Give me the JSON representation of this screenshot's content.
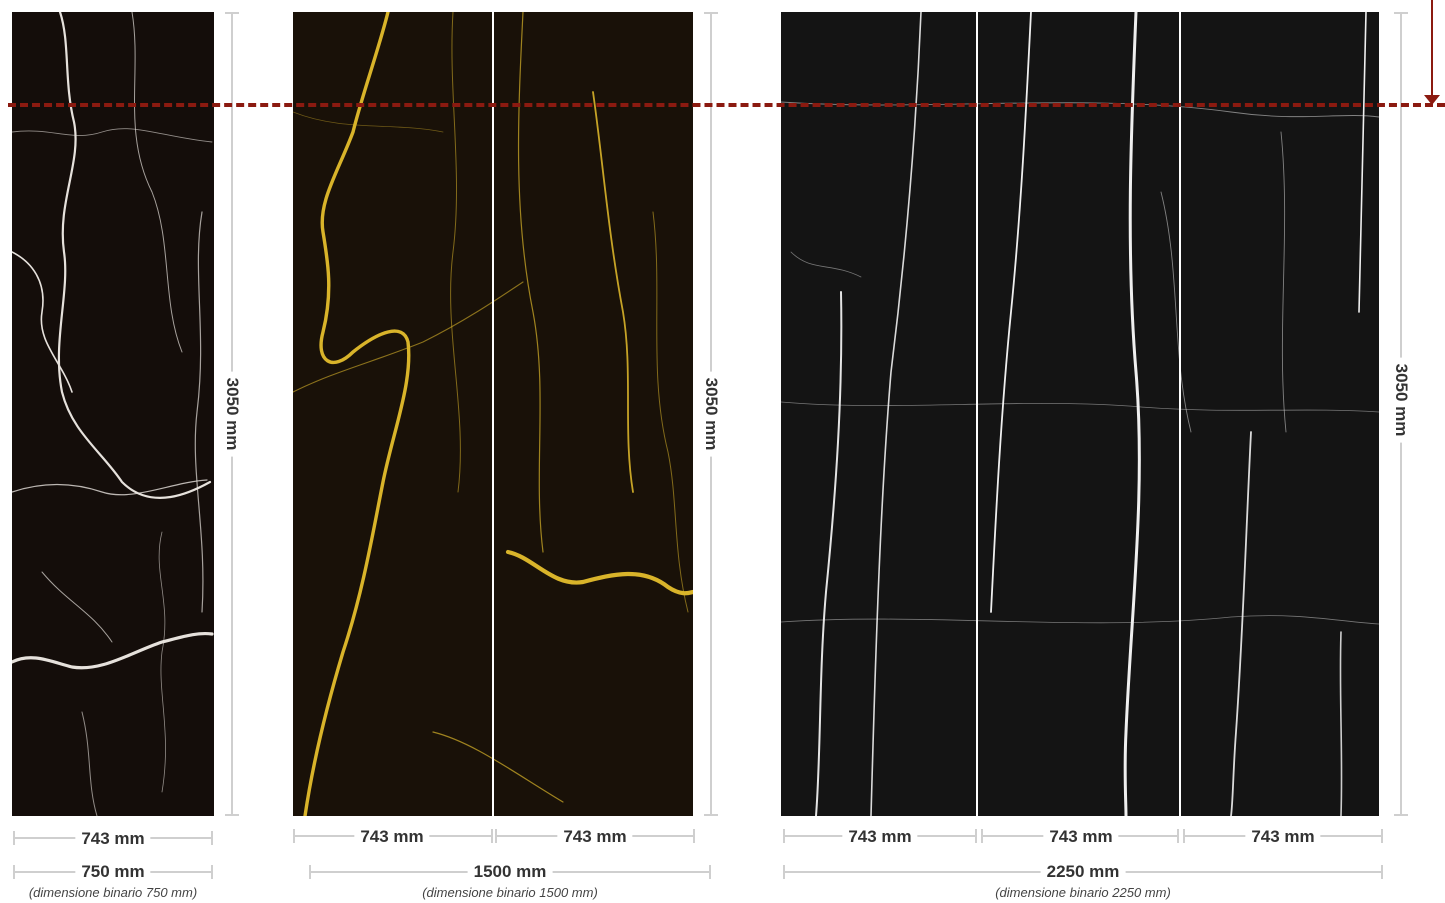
{
  "colors": {
    "panel1_bg": "#140d0a",
    "panel1_vein": "#e6e1dc",
    "panel2_bg": "#191108",
    "panel2_vein": "#d9b42a",
    "panel3_bg": "#141414",
    "panel3_vein": "#efefef",
    "cutline": "#8b1a10",
    "dimension_lines": "#cfcfcf"
  },
  "panels": [
    {
      "slab_widths": [
        "743 mm"
      ],
      "total_width": "750 mm",
      "binary_note": "(dimensione binario 750 mm)",
      "height": "3050 mm"
    },
    {
      "slab_widths": [
        "743 mm",
        "743 mm"
      ],
      "total_width": "1500 mm",
      "binary_note": "(dimensione binario 1500 mm)",
      "height": "3050 mm"
    },
    {
      "slab_widths": [
        "743 mm",
        "743 mm",
        "743 mm"
      ],
      "total_width": "2250 mm",
      "binary_note": "(dimensione binario 2250 mm)",
      "height": "3050 mm"
    }
  ]
}
